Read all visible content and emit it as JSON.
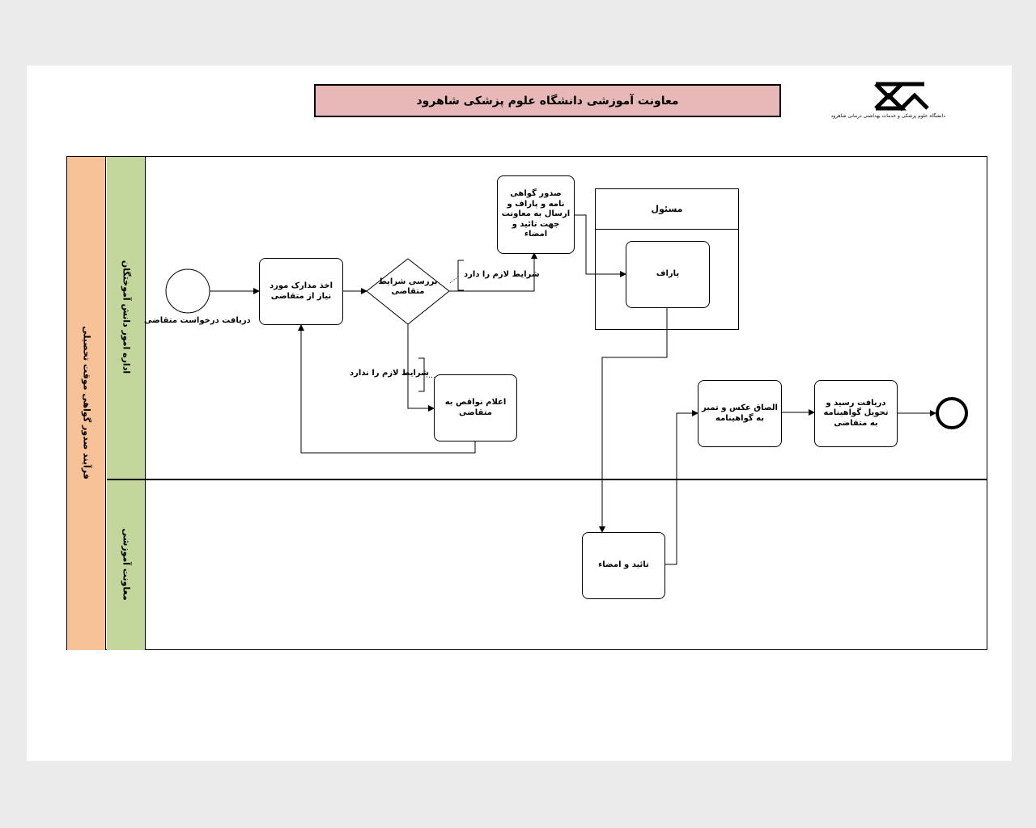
{
  "header": {
    "title": "معاونت آموزشی دانشگاه علوم پزشکی شاهرود",
    "logo_caption": "دانشگاه علوم پزشکی و خدمات بهداشتی درمانی شاهرود"
  },
  "pool": {
    "title": "فرآیند صدور گواهی موقت تحصیلی",
    "lanes": [
      {
        "label": "اداره امور دانش آموختگان"
      },
      {
        "label": "معاونت آموزشی"
      }
    ]
  },
  "nodes": {
    "start_label": "دریافت درخواست متقاضی",
    "collect_docs": "اخذ مدارک مورد نیاز از متقاضی",
    "check_conditions": "بررسی شرایط متقاضی",
    "issue_certificate": "صدور گواهی نامه و پاراف و ارسال به معاونت جهت تائید و امضاء",
    "group_title": "مسئول",
    "paraf": "پاراف",
    "announce_defects": "اعلام نواقص به متقاضی",
    "attach_photo": "الصاق عکس و تمبر به گواهینامه",
    "deliver": "دریافت رسید و تحویل گواهینامه به متقاضی",
    "approve_sign": "تائید و امضاء"
  },
  "annotations": {
    "eligible": "شرایط لازم را دارد",
    "not_eligible": "شرایط لازم را ندارد"
  }
}
